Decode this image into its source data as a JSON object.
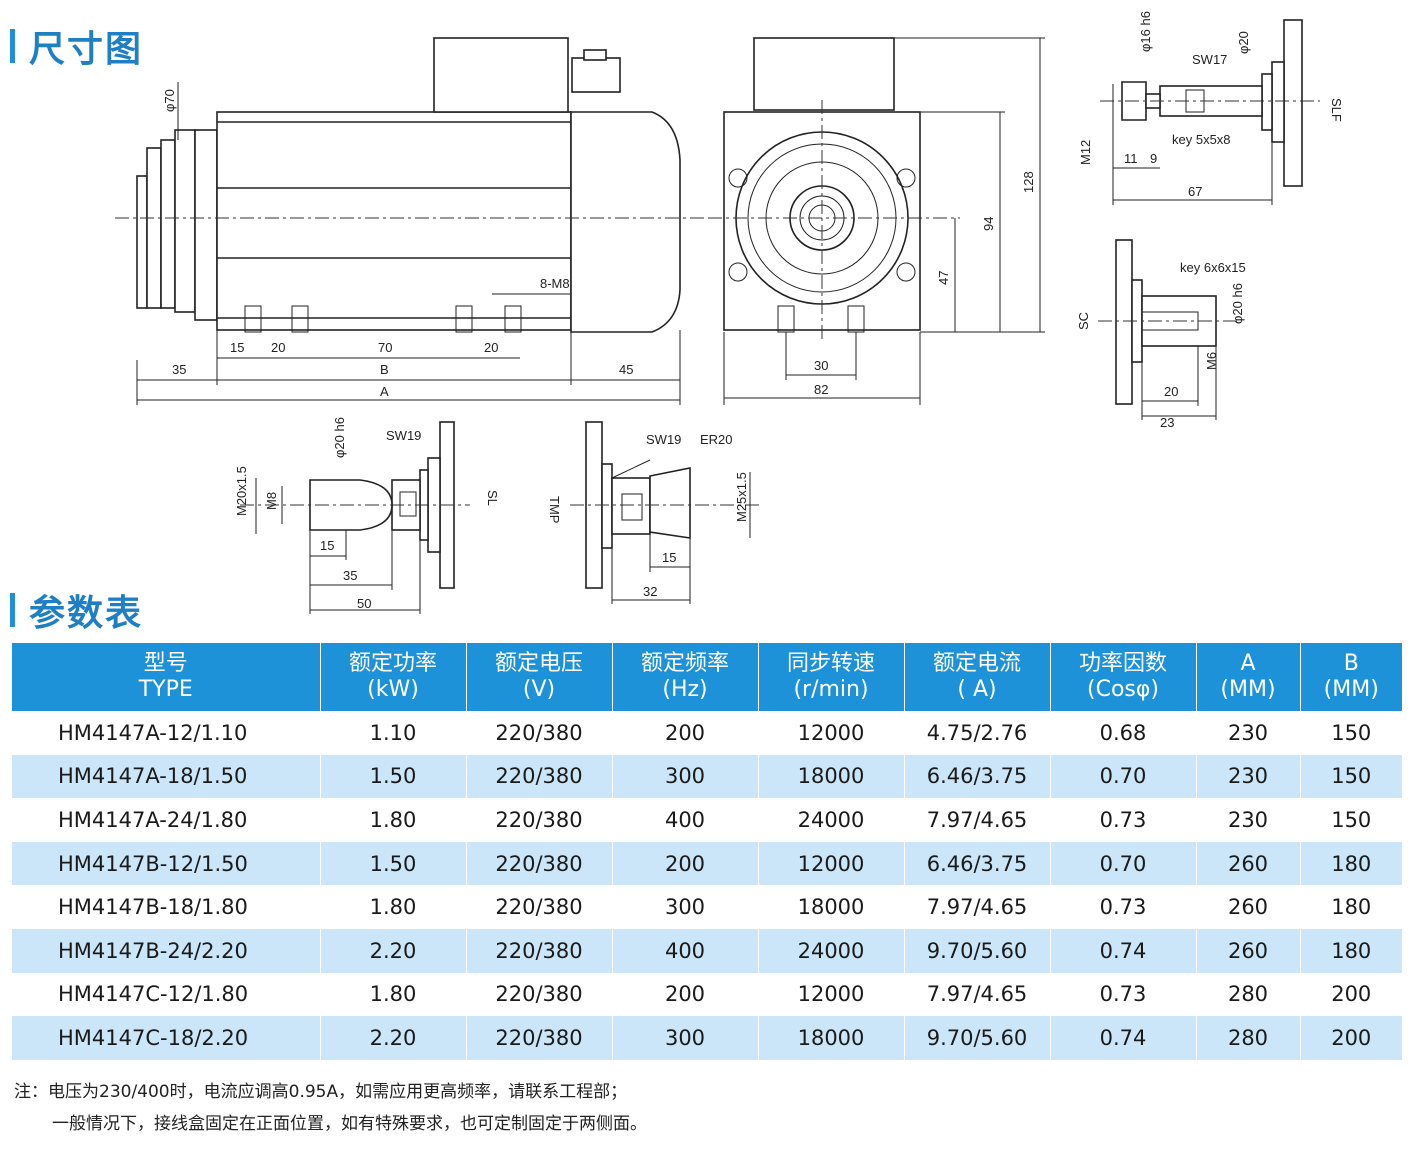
{
  "sections": {
    "dimensions_title": "尺寸图",
    "params_title": "参数表"
  },
  "drawing_labels": {
    "phi70": "φ70",
    "d15": "15",
    "d20a": "20",
    "d70": "70",
    "d20b": "20",
    "d35": "35",
    "dB": "B",
    "d45": "45",
    "dA": "A",
    "m8": "8-M8",
    "d30": "30",
    "d82": "82",
    "d47": "47",
    "d94": "94",
    "d128": "128",
    "slf_phi16": "φ16 h6",
    "slf_sw17": "SW17",
    "slf_phi20": "φ20",
    "slf_m12": "M12 ",
    "slf_key": "key  5x5x8",
    "slf_11": "11",
    "slf_9": "9",
    "slf_67": "67",
    "slf_name": "SLF",
    "sc_key": "key  6x6x15",
    "sc_phi20": "φ20 h6",
    "sc_m6": "M6",
    "sc_20": "20",
    "sc_23": "23",
    "sc_name": "SC",
    "sl_sw19": "SW19",
    "sl_phi20": "φ20 h6",
    "sl_m20": "M20x1.5",
    "sl_m8": "M8",
    "sl_15": "15",
    "sl_35": "35",
    "sl_50": "50",
    "sl_name": "SL",
    "tmp_sw19": "SW19",
    "tmp_er20": "ER20",
    "tmp_m25": "M25x1.5",
    "tmp_15": "15",
    "tmp_32": "32",
    "tmp_name": "TMP"
  },
  "table": {
    "headers": [
      {
        "l1": "型号",
        "l2": "TYPE"
      },
      {
        "l1": "额定功率",
        "l2": "(kW)"
      },
      {
        "l1": "额定电压",
        "l2": "(V)"
      },
      {
        "l1": "额定频率",
        "l2": "(Hz)"
      },
      {
        "l1": "同步转速",
        "l2": "(r/min)"
      },
      {
        "l1": "额定电流",
        "l2": "( A)"
      },
      {
        "l1": "功率因数",
        "l2": "(Cosφ)"
      },
      {
        "l1": "A",
        "l2": "(MM)"
      },
      {
        "l1": "B",
        "l2": "(MM)"
      }
    ],
    "rows": [
      [
        "HM4147A-12/1.10",
        "1.10",
        "220/380",
        "200",
        "12000",
        "4.75/2.76",
        "0.68",
        "230",
        "150"
      ],
      [
        "HM4147A-18/1.50",
        "1.50",
        "220/380",
        "300",
        "18000",
        "6.46/3.75",
        "0.70",
        "230",
        "150"
      ],
      [
        "HM4147A-24/1.80",
        "1.80",
        "220/380",
        "400",
        "24000",
        "7.97/4.65",
        "0.73",
        "230",
        "150"
      ],
      [
        "HM4147B-12/1.50",
        "1.50",
        "220/380",
        "200",
        "12000",
        "6.46/3.75",
        "0.70",
        "260",
        "180"
      ],
      [
        "HM4147B-18/1.80",
        "1.80",
        "220/380",
        "300",
        "18000",
        "7.97/4.65",
        "0.73",
        "260",
        "180"
      ],
      [
        "HM4147B-24/2.20",
        "2.20",
        "220/380",
        "400",
        "24000",
        "9.70/5.60",
        "0.74",
        "260",
        "180"
      ],
      [
        "HM4147C-12/1.80",
        "1.80",
        "220/380",
        "200",
        "12000",
        "7.97/4.65",
        "0.73",
        "280",
        "200"
      ],
      [
        "HM4147C-18/2.20",
        "2.20",
        "220/380",
        "300",
        "18000",
        "9.70/5.60",
        "0.74",
        "280",
        "200"
      ]
    ]
  },
  "notes": {
    "line1": "注：电压为230/400时，电流应调高0.95A，如需应用更高频率，请联系工程部；",
    "line2": "一般情况下，接线盒固定在正面位置，如有特殊要求，也可定制固定于两侧面。"
  },
  "colors": {
    "accent": "#1f8fd6",
    "header_bg": "#1d92d8",
    "alt_row": "#cbe6f8"
  }
}
